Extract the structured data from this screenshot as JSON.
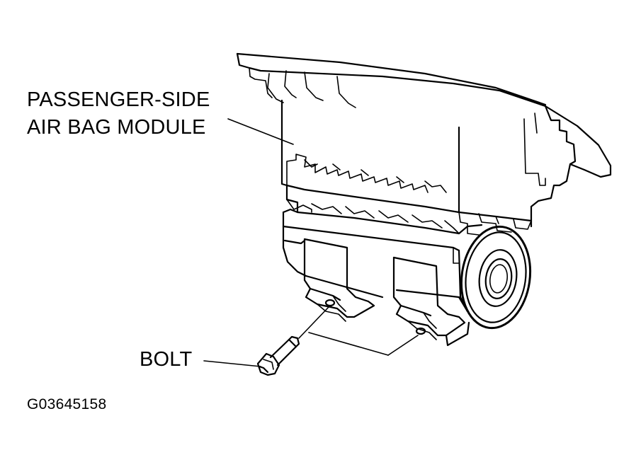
{
  "labels": {
    "module_line1": "PASSENGER-SIDE",
    "module_line2": "AIR BAG MODULE",
    "bolt": "BOLT",
    "figure_code": "G03645158"
  }
}
